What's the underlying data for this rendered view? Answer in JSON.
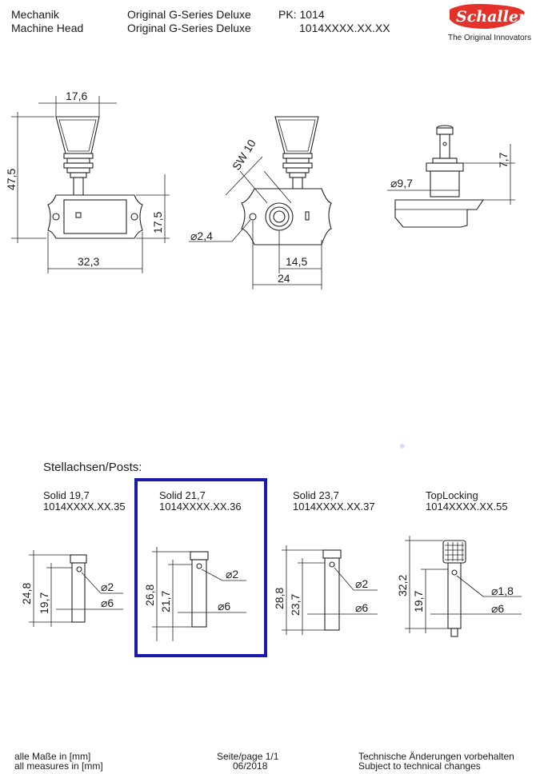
{
  "header": {
    "left_line1": "Mechanik",
    "left_line2": "Machine Head",
    "mid_line1": "Original G-Series Deluxe",
    "mid_line2": "Original G-Series Deluxe",
    "pk_line1": "PK: 1014",
    "pk_line2": "1014XXXX.XX.XX",
    "logo_text": "Schaller",
    "logo_tagline": "The Original Innovators",
    "logo_color": "#e4322b"
  },
  "dims_top": {
    "width_176": "17,6",
    "height_475": "47,5",
    "plate_175": "17,5",
    "plate_323": "32,3",
    "sw10": "SW 10",
    "hole_24": "⌀2,4",
    "post_145": "14,5",
    "plate_24": "24",
    "dia_97": "⌀9,7",
    "h_77": "7,7"
  },
  "posts": {
    "section_title": "Stellachsen/Posts:",
    "items": [
      {
        "name": "Solid 19,7",
        "code": "1014XXXX.XX.35",
        "total": "24,8",
        "height": "19,7",
        "hole": "⌀2",
        "dia": "⌀6"
      },
      {
        "name": "Solid 21,7",
        "code": "1014XXXX.XX.36",
        "total": "26,8",
        "height": "21,7",
        "hole": "⌀2",
        "dia": "⌀6"
      },
      {
        "name": "Solid 23,7",
        "code": "1014XXXX.XX.37",
        "total": "28,8",
        "height": "23,7",
        "hole": "⌀2",
        "dia": "⌀6"
      },
      {
        "name": "TopLocking",
        "code": "1014XXXX.XX.55",
        "total": "32,2",
        "height": "19,7",
        "hole": "⌀1,8",
        "dia": "⌀6"
      }
    ],
    "selected_color": "#1a1aa8"
  },
  "footer": {
    "left1": "alle Maße in [mm]",
    "left2": "all measures in [mm]",
    "mid1": "Seite/page 1/1",
    "mid2": "06/2018",
    "right1": "Technische Änderungen vorbehalten",
    "right2": "Subject to technical changes"
  }
}
